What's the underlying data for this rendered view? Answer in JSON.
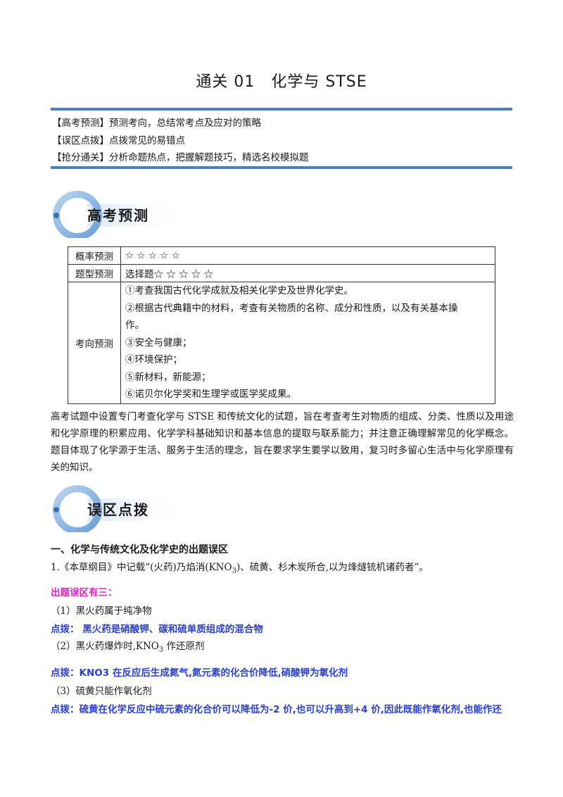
{
  "title": "通关 01　化学与 STSE",
  "intro": [
    {
      "tag": "【高考预测】",
      "text": "预测考向，总结常考点及应对的策略"
    },
    {
      "tag": "【误区点拨】",
      "text": "点拨常见的易错点"
    },
    {
      "tag": "【抢分通关】",
      "text": "分析命题热点，把握解题技巧，精选名校模拟题"
    }
  ],
  "section1": {
    "label": "高考预测"
  },
  "table": {
    "rows": [
      {
        "key": "概率预测",
        "value": "☆ ☆ ☆ ☆ ☆"
      },
      {
        "key": "题型预测",
        "value": "选择题☆ ☆ ☆ ☆ ☆"
      }
    ],
    "direction_key": "考向预测",
    "direction_items": [
      "①考查我国古代化学成就及相关化学史及世界化学史。",
      "②根据古代典籍中的材料，考查有关物质的名称、成分和性质，以及有关基本操",
      "作。",
      "③安全与健康；",
      "④环境保护；",
      "⑤新材料，新能源；",
      "⑥诺贝尔化学奖和生理学或医学奖成果。"
    ]
  },
  "paragraph": "高考试题中设置专门考查化学与 STSE 和传统文化的试题，旨在考查考生对物质的组成、分类、性质以及用途和化学原理的积累应用、化学学科基础知识和基本信息的提取与联系能力；并注意正确理解常见的化学概念。题目体现了化学源于生活、服务于生活的理念，旨在要求学生要学以致用，复习时多留心生活中与化学原理有关的知识。",
  "section2": {
    "label": "误区点拨"
  },
  "heading1": "一、化学与传统文化及化学史的出题误区",
  "item1": {
    "pre": "1.《本草纲目》中记载“(火药)乃焰消(KNO",
    "sub": "3",
    "post": ")、硫黄、杉木炭所合,以为烽燧铳机诸药者”。"
  },
  "misconception_title": "出题误区有三：",
  "m1": "（1）黑火药属于纯净物",
  "tip1": "点拨：  黑火药是硝酸钾、碳和硫单质组成的混合物",
  "m2": {
    "pre": "（2）黑火药爆炸时,KNO",
    "sub": "3",
    "post": " 作还原剂"
  },
  "tip2": "点拨：KNO3 在反应后生成氮气,氮元素的化合价降低,硝酸钾为氧化剂",
  "m3": "（3）硫黄只能作氧化剂",
  "tip3": "点拨：硫黄在化学反应中硫元素的化合价可以降低为-2 价,也可以升高到+4 价,因此既能作氧化剂,也能作还",
  "colors": {
    "rule": "#4a7fbf",
    "tip": "#2a3fd6",
    "warn": "#e020c8"
  }
}
